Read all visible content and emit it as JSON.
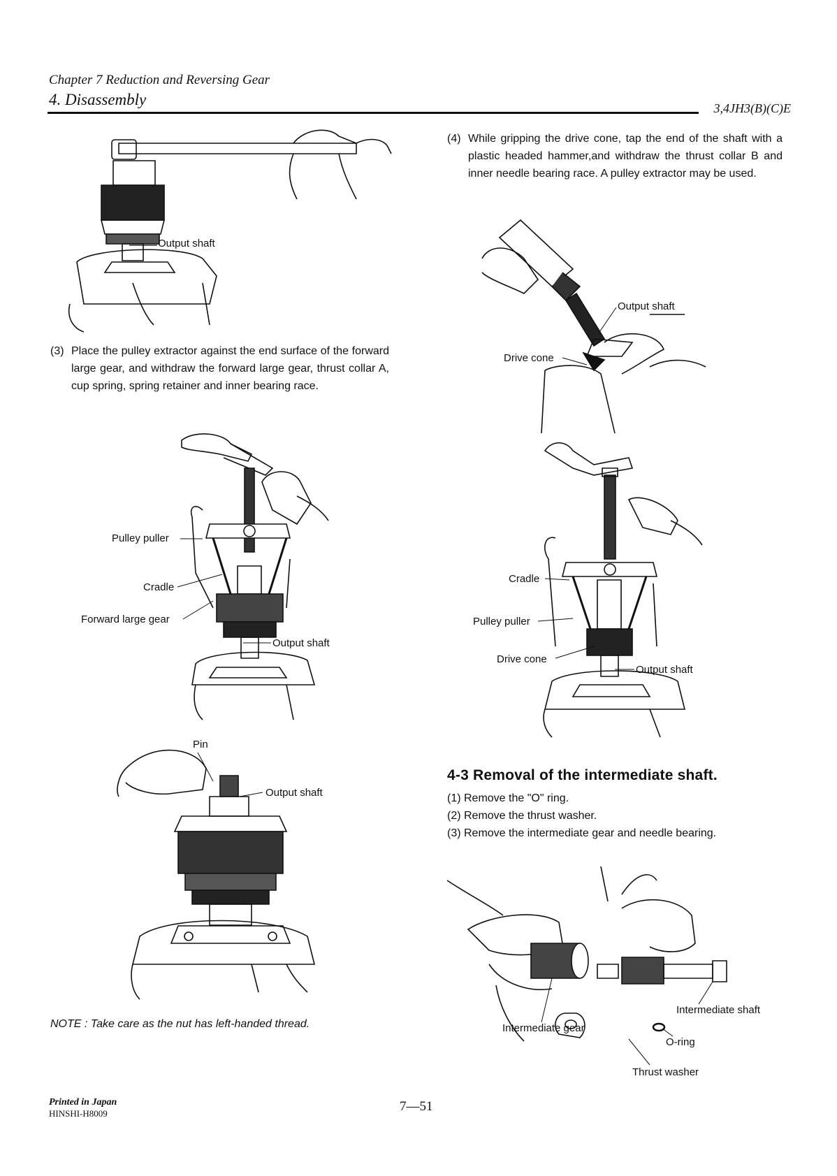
{
  "header": {
    "chapter": "Chapter 7 Reduction and Reversing Gear",
    "section": "4. Disassembly",
    "model": "3,4JH3(B)(C)E"
  },
  "left": {
    "fig1_labels": {
      "output_shaft": "Output shaft"
    },
    "step3": {
      "num": "(3)",
      "text": "Place the pulley extractor against the end surface of the forward large gear, and withdraw the forward large gear, thrust collar A, cup spring, spring retainer and inner bearing race."
    },
    "fig2_labels": {
      "pulley_puller": "Pulley puller",
      "cradle": "Cradle",
      "forward_large_gear": "Forward large gear",
      "output_shaft": "Output shaft"
    },
    "fig3_labels": {
      "pin": "Pin",
      "output_shaft": "Output shaft"
    },
    "note": "NOTE : Take care as the nut has left-handed thread."
  },
  "right": {
    "step4": {
      "num": "(4)",
      "text": "While gripping the drive cone, tap the end of the shaft with a plastic headed hammer,and withdraw the thrust collar B and inner needle bearing race.  A pulley extractor may be used."
    },
    "fig4_labels": {
      "output_shaft": "Output shaft",
      "drive_cone": "Drive cone"
    },
    "fig5_labels": {
      "cradle": "Cradle",
      "pulley_puller": "Pulley puller",
      "drive_cone": "Drive cone",
      "output_shaft": "Output shaft"
    },
    "section_title": "4-3 Removal of the intermediate shaft.",
    "steps": [
      "(1) Remove the  \"O\" ring.",
      "(2) Remove the thrust washer.",
      "(3) Remove the intermediate gear and needle bearing."
    ],
    "fig6_labels": {
      "intermediate_shaft": "Intermediate shaft",
      "intermediate_gear": "Intermediate gear",
      "o_ring": "O-ring",
      "thrust_washer": "Thrust washer"
    }
  },
  "footer": {
    "printed": "Printed in Japan",
    "code": "HINSHI-H8009",
    "page": "7—51"
  }
}
